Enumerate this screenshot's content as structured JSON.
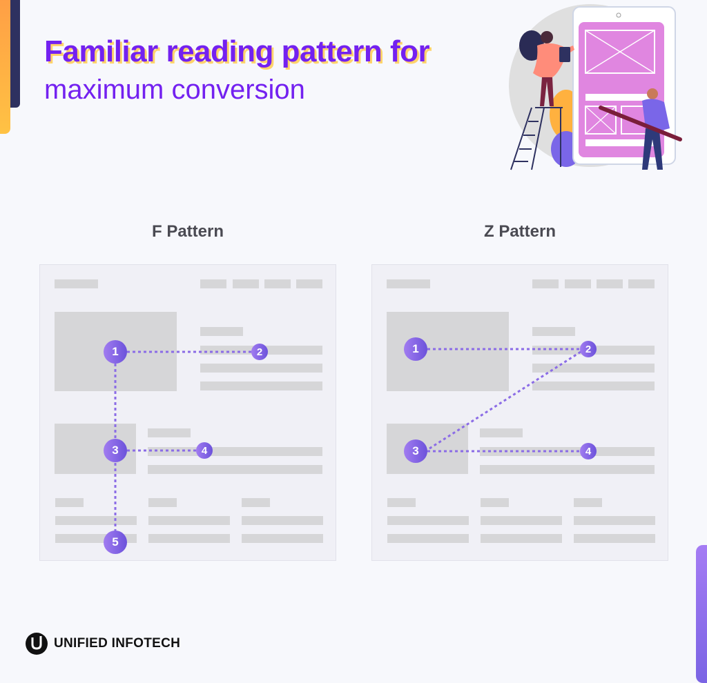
{
  "header": {
    "title_line1": "Familiar reading pattern for",
    "title_line2": "maximum conversion",
    "title_color": "#7321f0",
    "title_shadow_color": "#ffd36b"
  },
  "illustration": {
    "description": "people-designing-mobile-wireframe",
    "screen_color": "#e086e0"
  },
  "patterns": [
    {
      "title": "F Pattern",
      "nodes": [
        {
          "label": "1"
        },
        {
          "label": "2"
        },
        {
          "label": "3"
        },
        {
          "label": "4"
        },
        {
          "label": "5"
        }
      ],
      "path": "1-2, 1-3, 3-4, 3-5"
    },
    {
      "title": "Z Pattern",
      "nodes": [
        {
          "label": "1"
        },
        {
          "label": "2"
        },
        {
          "label": "3"
        },
        {
          "label": "4"
        }
      ],
      "path": "1-2, 2-3, 3-4"
    }
  ],
  "colors": {
    "node_start": "#a17cf0",
    "node_end": "#6c52db",
    "dotted_line": "#8b6ce6",
    "placeholder_block": "#d6d6d8",
    "panel_bg": "#f0f0f6"
  },
  "footer": {
    "brand": "UNIFIED INFOTECH"
  }
}
